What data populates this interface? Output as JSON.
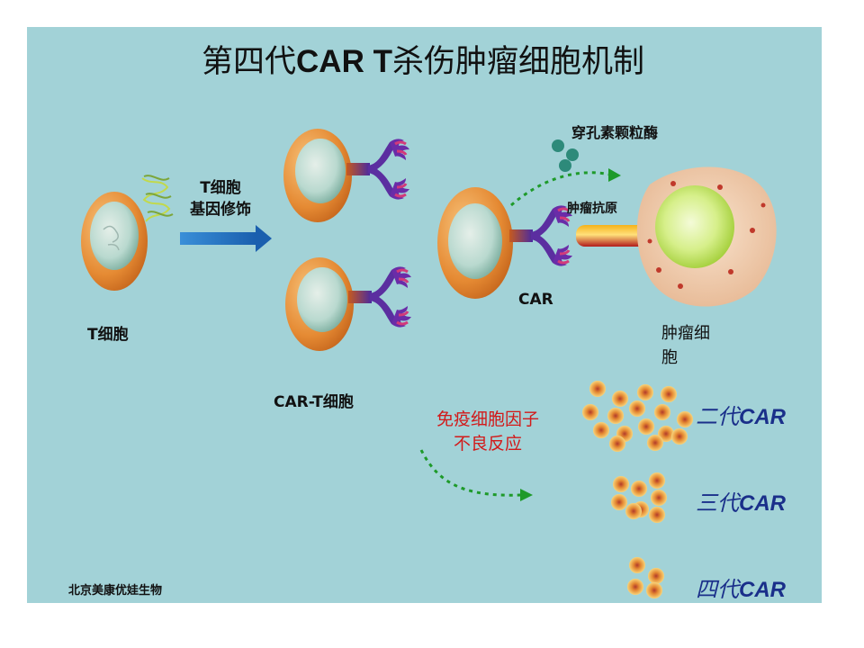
{
  "title": {
    "prefix": "第四代",
    "bold": "CAR T",
    "suffix": "杀伤肿瘤细胞机制"
  },
  "labels": {
    "t_cell": "T细胞",
    "modify_line1": "T细胞",
    "modify_line2": "基因修饰",
    "car_t_cell": "CAR-T细胞",
    "perforin": "穿孔素颗粒酶",
    "tumor_antigen": "肿瘤抗原",
    "car": "CAR",
    "tumor_cell_line1": "肿瘤细",
    "tumor_cell_line2": "胞"
  },
  "cytokine_note": {
    "line1": "免疫细胞因子",
    "line2": "不良反应"
  },
  "generations": [
    {
      "zh": "二代",
      "en": "CAR"
    },
    {
      "zh": "三代",
      "en": "CAR"
    },
    {
      "zh": "四代",
      "en": "CAR"
    }
  ],
  "credit": "北京美康优娃生物",
  "colors": {
    "background": "#a2d2d7",
    "cell_orange": "#e08a35",
    "nucleus": "#b7d9cf",
    "receptor": "#5b2ea0",
    "arrow_blue": "#1f6fc1",
    "dotted_green": "#1e9a2a",
    "tumor_body": "#f2d3b6",
    "tumor_nucleus": "#c9ea56",
    "cytokine_red": "#d21a1a",
    "car_blue": "#1a2f8a"
  }
}
